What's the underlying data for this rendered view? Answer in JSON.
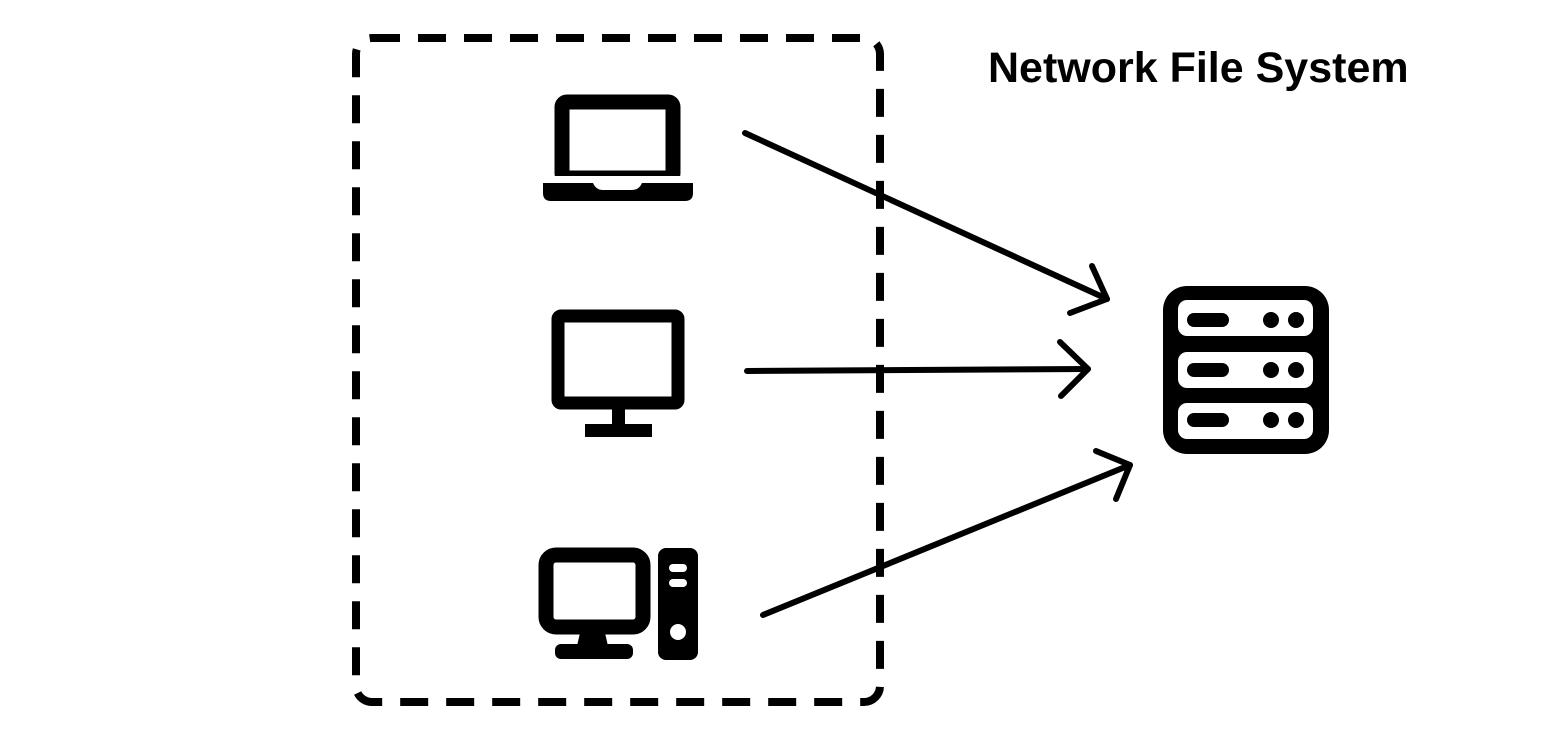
{
  "diagram": {
    "title": "Network File System",
    "client_group": {
      "style": "dashed-border",
      "clients": [
        {
          "id": "laptop",
          "icon": "laptop-icon"
        },
        {
          "id": "monitor",
          "icon": "monitor-icon"
        },
        {
          "id": "desktop",
          "icon": "desktop-tower-icon"
        }
      ]
    },
    "server": {
      "icon": "server-stack-icon"
    },
    "connections": [
      {
        "from": "laptop",
        "to": "server",
        "direction": "to-server"
      },
      {
        "from": "monitor",
        "to": "server",
        "direction": "to-server"
      },
      {
        "from": "desktop",
        "to": "server",
        "direction": "to-server"
      }
    ],
    "colors": {
      "stroke": "#000000",
      "background": "#ffffff"
    }
  }
}
